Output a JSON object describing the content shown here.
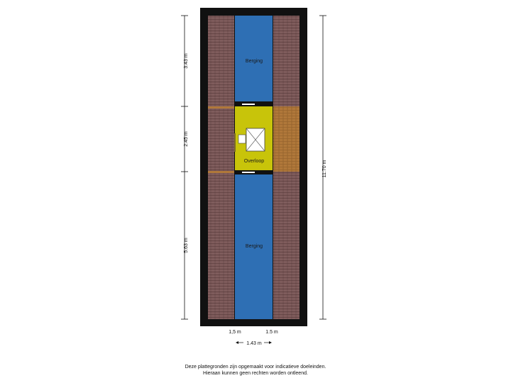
{
  "rooms": {
    "top_storage": "Berging",
    "landing": "Overloop",
    "bottom_storage": "Berging"
  },
  "dimensions": {
    "top_height": "3.43 m",
    "middle_height": "2.45 m",
    "bottom_height": "5.63 m",
    "total_height": "11.70 m",
    "left_width": "1,5 m",
    "right_width": "1.5 m",
    "center_width": "1.43 m"
  },
  "footer": {
    "line1": "Deze plattegronden zijn opgemaakt voor indicatieve doeleinden.",
    "line2": "Hieraan kunnen geen rechten worden ontleend."
  },
  "colors": {
    "wall": "#111111",
    "storage": "#2e6fb4",
    "landing": "#c8c40a",
    "roof_tile": "#7d5a5a",
    "roof_tile_lit": "#b07a3a"
  }
}
